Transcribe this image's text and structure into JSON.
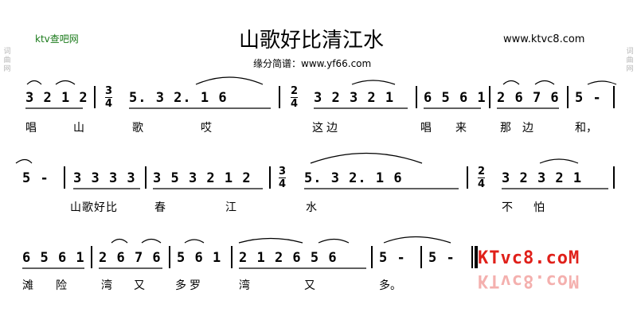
{
  "side_watermark": "词曲网",
  "header": {
    "left_brand": "ktv查吧网",
    "title": "山歌好比清江水",
    "right_brand": "www.ktvc8.com",
    "subtitle": "缘分简谱：www.yf66.com"
  },
  "rows": [
    {
      "notes": [
        "3 2 1 2",
        "5.   3 2.   1 6",
        "3  2 3 2 1",
        "6 5 6 1",
        "2 6 7 6",
        "5 -"
      ],
      "lyrics": [
        "唱",
        "山",
        "歌",
        "哎",
        "这边",
        "唱",
        "来",
        "那边",
        "和，"
      ]
    },
    {
      "notes": [
        "5 -",
        "3 3 3 3",
        "3 5 3 2 1 2",
        "5.   3 2.   1 6",
        "3  2 3 2 1"
      ],
      "lyrics": [
        "山歌好比",
        "春",
        "江",
        "水",
        "不怕"
      ]
    },
    {
      "notes": [
        "6 5 6 1",
        "2 6 7 6",
        "5 6 1",
        "2  1 2 6 5 6",
        "5 -",
        "5 -"
      ],
      "lyrics": [
        "滩",
        "险",
        "湾",
        "又",
        "多罗",
        "湾",
        "又",
        "多。"
      ]
    }
  ],
  "time_signatures": [
    {
      "top": "3",
      "bottom": "4"
    },
    {
      "top": "2",
      "bottom": "4"
    },
    {
      "top": "3",
      "bottom": "4"
    },
    {
      "top": "2",
      "bottom": "4"
    }
  ],
  "watermark_logo": "KTvc8.coM"
}
